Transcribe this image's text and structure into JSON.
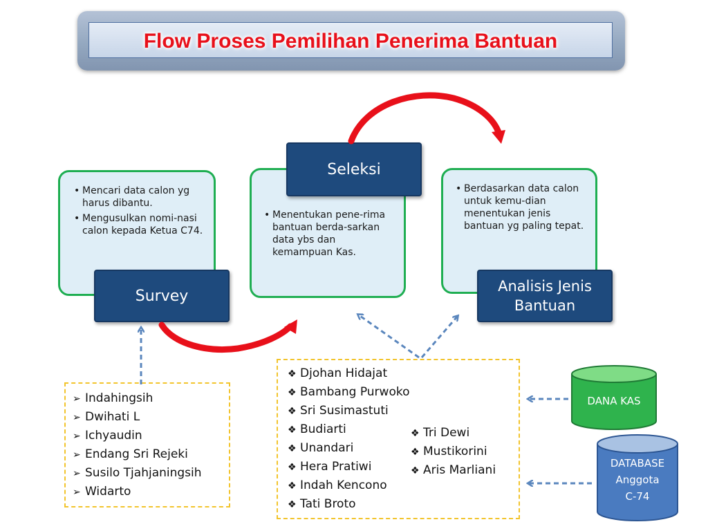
{
  "title": "Flow Proses Pemilihan Penerima Bantuan",
  "stages": {
    "survey": {
      "label": "Survey",
      "bullets": [
        "Mencari data calon yg harus dibantu.",
        "Mengusulkan nomi-nasi calon kepada Ketua C74."
      ]
    },
    "seleksi": {
      "label": "Seleksi",
      "bullets": [
        "Menentukan pene-rima bantuan berda-sarkan data ybs dan kemampuan Kas."
      ]
    },
    "analisis": {
      "label": "Analisis Jenis Bantuan",
      "bullets": [
        "Berdasarkan data calon untuk kemu-dian  menentukan jenis bantuan yg paling tepat."
      ]
    }
  },
  "surveyors": [
    "Indahingsih",
    "Dwihati L",
    "Ichyaudin",
    "Endang Sri Rejeki",
    "Susilo Tjahjaningsih",
    "Widarto"
  ],
  "committee": {
    "left": [
      "Djohan Hidajat",
      "Bambang Purwoko",
      "Sri Susimastuti",
      "Budiarti",
      "Unandari",
      "Hera Pratiwi",
      "Indah Kencono",
      "Tati Broto"
    ],
    "right": [
      "Tri Dewi",
      "Mustikorini",
      "Aris Marliani"
    ]
  },
  "sources": {
    "dana_kas": "DANA KAS",
    "database": [
      "DATABASE",
      "Anggota",
      "C-74"
    ]
  },
  "icons": {
    "surveyor_marker": "arrowhead-bullet-icon",
    "committee_marker": "four-diamond-bullet-icon"
  },
  "colors": {
    "title_text": "#e8101a",
    "stage_border": "#1fae52",
    "stage_fill": "#dfeef7",
    "label_fill": "#1e4a7d",
    "flow_arrow": "#e8101a",
    "dashed_arrow": "#5a86bd",
    "dashed_box": "#f2c42c",
    "dana_kas": "#2fb34d",
    "database": "#4a7bc0"
  }
}
